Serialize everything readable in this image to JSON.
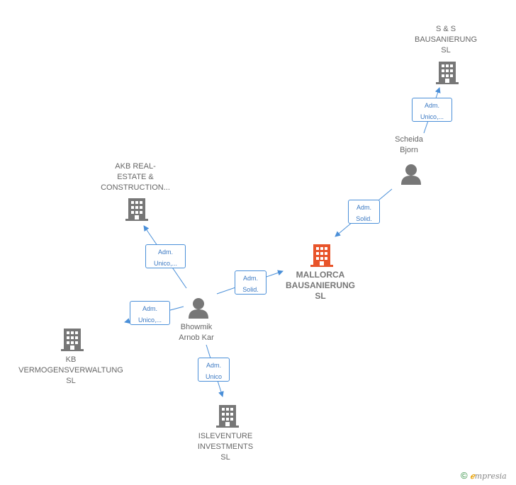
{
  "colors": {
    "company": "#777777",
    "main_company": "#e8542a",
    "person": "#777777",
    "edge": "#4a8fd8",
    "edge_text": "#3a78c2"
  },
  "nodes": {
    "ss": {
      "label": "S & S\nBAUSANIERUNG\nSL",
      "type": "company"
    },
    "scheida": {
      "label": "Scheida\nBjorn",
      "type": "person"
    },
    "akb": {
      "label": "AKB REAL-\nESTATE &\nCONSTRUCTION...",
      "type": "company"
    },
    "mallorca": {
      "label": "MALLORCA\nBAUSANIERUNG\nSL",
      "type": "main-company"
    },
    "bhowmik": {
      "label": "Bhowmik\nArnob Kar",
      "type": "person"
    },
    "kb": {
      "label": "KB\nVERMOGENSVERWALTUNG\nSL",
      "type": "company"
    },
    "isleventure": {
      "label": "ISLEVENTURE\nINVESTMENTS\nSL",
      "type": "company"
    }
  },
  "edges": {
    "scheida_ss": {
      "line1": "Adm.",
      "line2": "Unico,..."
    },
    "scheida_mallorca": {
      "line1": "Adm.",
      "line2": "Solid."
    },
    "bhowmik_akb": {
      "line1": "Adm.",
      "line2": "Unico,..."
    },
    "bhowmik_mallorca": {
      "line1": "Adm.",
      "line2": "Solid."
    },
    "bhowmik_kb": {
      "line1": "Adm.",
      "line2": "Unico,..."
    },
    "bhowmik_isleventure": {
      "line1": "Adm.",
      "line2": "Unico"
    }
  },
  "footer": {
    "copyright": "©",
    "brand_e": "ℯ",
    "brand_rest": "mpresia"
  }
}
